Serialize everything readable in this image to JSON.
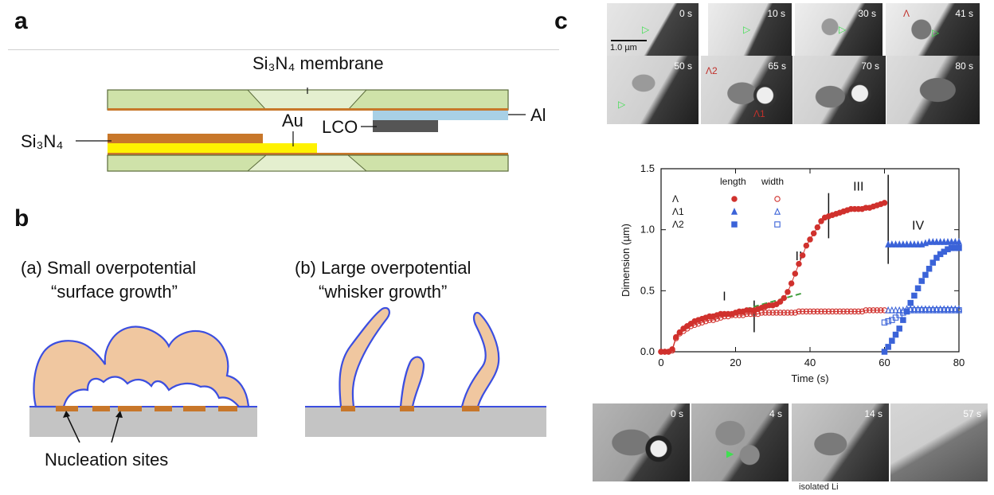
{
  "panel_a": {
    "letter": "a",
    "membrane_label": "Si₃N₄ membrane",
    "au_label": "Au",
    "lco_label": "LCO",
    "al_label": "Al",
    "si3n4_label": "Si₃N₄"
  },
  "panel_b": {
    "letter": "b",
    "left_title_line1": "(a) Small overpotential",
    "left_title_line2": "“surface growth”",
    "right_title_line1": "(b) Large overpotential",
    "right_title_line2": "“whisker growth”",
    "nucleation_label": "Nucleation sites"
  },
  "panel_c": {
    "letter": "c",
    "scale_bar": "1.0 µm",
    "top_frames": [
      "0 s",
      "10 s",
      "30 s",
      "41 s"
    ],
    "mid_frames": [
      "50 s",
      "65 s",
      "70 s",
      "80 s"
    ],
    "bottom_frames": [
      "0 s",
      "4 s",
      "14 s",
      "57 s"
    ],
    "frame_annotations": {
      "lambda": "Λ",
      "lambda1": "Λ1",
      "lambda2": "Λ2"
    },
    "isolated_label": "isolated Li"
  },
  "chart_data": {
    "type": "scatter",
    "xlabel": "Time (s)",
    "ylabel": "Dimension (µm)",
    "xlim": [
      0,
      80
    ],
    "ylim": [
      0,
      1.5
    ],
    "xticks": [
      "0",
      "20",
      "40",
      "60",
      "80"
    ],
    "yticks": [
      "0.0",
      "0.5",
      "1.0",
      "1.5"
    ],
    "legend_headers": [
      "length",
      "width"
    ],
    "legend_placement": "top-left",
    "stage_labels": [
      {
        "text": "I",
        "x": 17,
        "y": 0.42
      },
      {
        "text": "II",
        "x": 37,
        "y": 0.75
      },
      {
        "text": "III",
        "x": 53,
        "y": 1.32
      },
      {
        "text": "IV",
        "x": 69,
        "y": 1.0
      }
    ],
    "stage_boundaries": [
      25,
      45,
      61
    ],
    "colors": {
      "red": "#d0312d",
      "blue": "#3b63d8",
      "green": "#3f9d3b"
    },
    "series": [
      {
        "name": "Λ",
        "kind": "length",
        "marker": "circle",
        "filled": true,
        "color": "#d0312d",
        "x": [
          0,
          1,
          2,
          3,
          4,
          5,
          6,
          7,
          8,
          9,
          10,
          11,
          12,
          13,
          14,
          15,
          16,
          17,
          18,
          19,
          20,
          21,
          22,
          23,
          24,
          25,
          26,
          27,
          28,
          29,
          30,
          31,
          32,
          33,
          34,
          35,
          36,
          37,
          38,
          39,
          40,
          41,
          42,
          43,
          44,
          45,
          46,
          47,
          48,
          49,
          50,
          51,
          52,
          53,
          54,
          55,
          56,
          57,
          58,
          59,
          60
        ],
        "y": [
          0.0,
          0.0,
          0.0,
          0.02,
          0.12,
          0.16,
          0.19,
          0.21,
          0.23,
          0.25,
          0.26,
          0.27,
          0.28,
          0.29,
          0.29,
          0.3,
          0.31,
          0.31,
          0.31,
          0.31,
          0.32,
          0.33,
          0.33,
          0.34,
          0.34,
          0.34,
          0.35,
          0.36,
          0.37,
          0.38,
          0.38,
          0.39,
          0.41,
          0.44,
          0.49,
          0.56,
          0.64,
          0.72,
          0.79,
          0.87,
          0.92,
          0.97,
          1.02,
          1.07,
          1.1,
          1.11,
          1.12,
          1.13,
          1.14,
          1.15,
          1.16,
          1.17,
          1.17,
          1.17,
          1.17,
          1.18,
          1.18,
          1.19,
          1.2,
          1.21,
          1.22
        ]
      },
      {
        "name": "Λ",
        "kind": "width",
        "marker": "circle",
        "filled": false,
        "color": "#d0312d",
        "x": [
          0,
          1,
          2,
          3,
          4,
          5,
          6,
          7,
          8,
          9,
          10,
          11,
          12,
          13,
          14,
          15,
          16,
          17,
          18,
          19,
          20,
          21,
          22,
          23,
          24,
          25,
          26,
          27,
          28,
          29,
          30,
          31,
          32,
          33,
          34,
          35,
          36,
          37,
          38,
          39,
          40,
          41,
          42,
          43,
          44,
          45,
          46,
          47,
          48,
          49,
          50,
          51,
          52,
          53,
          54,
          55,
          56,
          57,
          58,
          59,
          60
        ],
        "y": [
          0.0,
          0.0,
          0.0,
          0.01,
          0.11,
          0.15,
          0.17,
          0.19,
          0.21,
          0.22,
          0.23,
          0.24,
          0.25,
          0.26,
          0.26,
          0.27,
          0.28,
          0.29,
          0.29,
          0.3,
          0.3,
          0.3,
          0.3,
          0.31,
          0.31,
          0.31,
          0.31,
          0.32,
          0.32,
          0.32,
          0.32,
          0.32,
          0.32,
          0.32,
          0.32,
          0.32,
          0.32,
          0.33,
          0.33,
          0.33,
          0.33,
          0.33,
          0.33,
          0.33,
          0.33,
          0.33,
          0.33,
          0.33,
          0.33,
          0.33,
          0.33,
          0.33,
          0.33,
          0.33,
          0.33,
          0.34,
          0.34,
          0.34,
          0.34,
          0.34,
          0.34
        ]
      },
      {
        "name": "Λ1",
        "kind": "length",
        "marker": "triangle",
        "filled": true,
        "color": "#3b63d8",
        "x": [
          61,
          62,
          63,
          64,
          65,
          66,
          67,
          68,
          69,
          70,
          71,
          72,
          73,
          74,
          75,
          76,
          77,
          78,
          79,
          80
        ],
        "y": [
          0.88,
          0.88,
          0.88,
          0.88,
          0.88,
          0.88,
          0.88,
          0.88,
          0.88,
          0.88,
          0.89,
          0.9,
          0.9,
          0.9,
          0.9,
          0.9,
          0.9,
          0.9,
          0.9,
          0.9
        ]
      },
      {
        "name": "Λ1",
        "kind": "width",
        "marker": "triangle",
        "filled": false,
        "color": "#3b63d8",
        "x": [
          61,
          62,
          63,
          64,
          65,
          66,
          67,
          68,
          69,
          70,
          71,
          72,
          73,
          74,
          75,
          76,
          77,
          78,
          79,
          80
        ],
        "y": [
          0.34,
          0.34,
          0.34,
          0.34,
          0.34,
          0.35,
          0.35,
          0.35,
          0.35,
          0.35,
          0.35,
          0.35,
          0.35,
          0.35,
          0.35,
          0.35,
          0.35,
          0.35,
          0.35,
          0.35
        ]
      },
      {
        "name": "Λ2",
        "kind": "length",
        "marker": "square",
        "filled": true,
        "color": "#3b63d8",
        "x": [
          60,
          61,
          62,
          63,
          64,
          65,
          66,
          67,
          68,
          69,
          70,
          71,
          72,
          73,
          74,
          75,
          76,
          77,
          78,
          79,
          80
        ],
        "y": [
          0.0,
          0.04,
          0.09,
          0.14,
          0.19,
          0.26,
          0.33,
          0.4,
          0.46,
          0.52,
          0.58,
          0.63,
          0.68,
          0.73,
          0.77,
          0.8,
          0.82,
          0.84,
          0.85,
          0.85,
          0.85
        ]
      },
      {
        "name": "Λ2",
        "kind": "width",
        "marker": "square",
        "filled": false,
        "color": "#3b63d8",
        "x": [
          60,
          61,
          62,
          63,
          64,
          65,
          66,
          67,
          68,
          69,
          70,
          71,
          72,
          73,
          74,
          75,
          76,
          77,
          78,
          79,
          80
        ],
        "y": [
          0.24,
          0.25,
          0.26,
          0.28,
          0.3,
          0.32,
          0.33,
          0.34,
          0.34,
          0.34,
          0.34,
          0.34,
          0.34,
          0.34,
          0.34,
          0.34,
          0.34,
          0.34,
          0.34,
          0.34,
          0.34
        ]
      }
    ],
    "fit_line": {
      "color": "#3f9d3b",
      "x": [
        18,
        38
      ],
      "y": [
        0.31,
        0.48
      ]
    }
  }
}
